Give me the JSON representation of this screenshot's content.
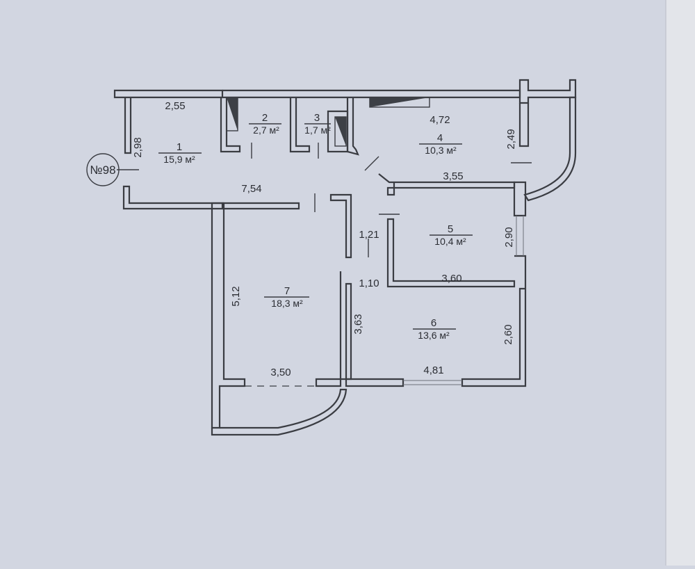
{
  "apartment": {
    "label": "№98"
  },
  "rooms": [
    {
      "id": "1",
      "number": "1",
      "area": "15,9 м²"
    },
    {
      "id": "2",
      "number": "2",
      "area": "2,7 м²"
    },
    {
      "id": "3",
      "number": "3",
      "area": "1,7 м²"
    },
    {
      "id": "4",
      "number": "4",
      "area": "10,3 м²"
    },
    {
      "id": "5",
      "number": "5",
      "area": "10,4 м²"
    },
    {
      "id": "6",
      "number": "6",
      "area": "13,6 м²"
    },
    {
      "id": "7",
      "number": "7",
      "area": "18,3 м²"
    }
  ],
  "dimensions": {
    "room1_width": "2,55",
    "room1_depth": "2,98",
    "corridor_length": "7,54",
    "room4_width": "4,72",
    "room4_depth": "2,49",
    "room5_width": "3,55",
    "room5_depth": "2,90",
    "hall_width_top": "1,21",
    "hall_width_bottom": "1,10",
    "room6_width_top": "3,60",
    "room6_depth": "2,60",
    "room6_width_bottom": "4,81",
    "room7_depth": "5,12",
    "room7_width": "3,50",
    "hall_length": "3,63"
  },
  "colors": {
    "background": "#d2d6e1",
    "lines": "#3a3c42",
    "shafts": "#3d4046"
  }
}
